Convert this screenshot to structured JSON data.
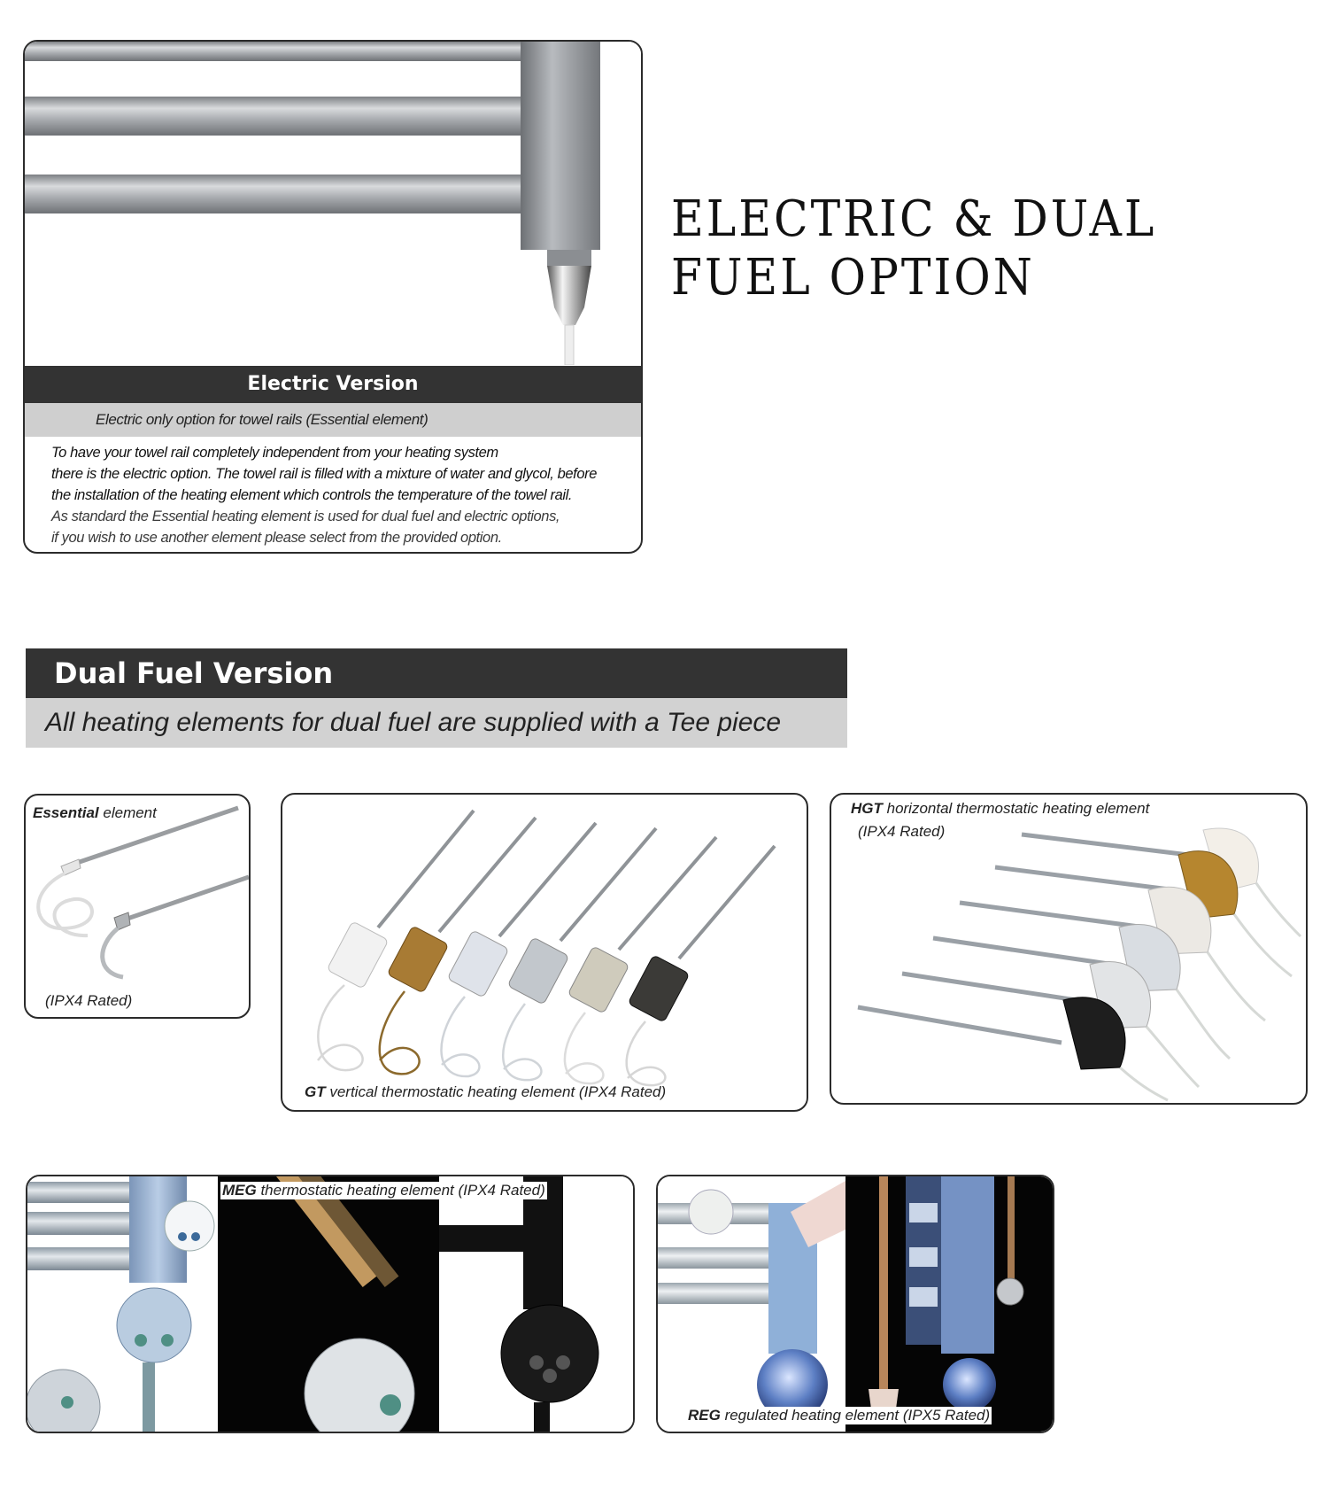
{
  "title": "ELECTRIC & DUAL FUEL OPTION",
  "electric": {
    "heading": "Electric Version",
    "subheading": "Electric only option for towel rails (Essential element)",
    "body_lines": [
      "To have your towel rail completely independent from your heating system",
      "there is the electric option. The towel rail is filled with a mixture of water and glycol, before",
      "the installation of the heating element which controls the temperature of the towel rail."
    ],
    "note_lines": [
      "As standard the Essential heating element is used for dual fuel and electric options,",
      "if you wish to use another element please select from the provided option."
    ]
  },
  "dual_fuel": {
    "heading": "Dual Fuel Version",
    "subheading": "All heating elements for dual fuel are supplied with a Tee piece"
  },
  "elements": {
    "essential": {
      "name": "Essential",
      "desc": " element",
      "rating": "(IPX4 Rated)"
    },
    "gt": {
      "name": "GT",
      "desc": " vertical thermostatic heating element (IPX4 Rated)"
    },
    "hgt": {
      "name": "HGT",
      "desc": " horizontal thermostatic heating element",
      "rating": "(IPX4 Rated)"
    },
    "meg": {
      "name": "MEG",
      "desc": " thermostatic heating element (IPX4 Rated)"
    },
    "reg": {
      "name": "REG",
      "desc": " regulated heating element (IPX5 Rated)"
    }
  },
  "colors": {
    "dark_bar": "#333333",
    "grey_bar": "#cfcfcf",
    "chrome": "#b9bcc0"
  }
}
